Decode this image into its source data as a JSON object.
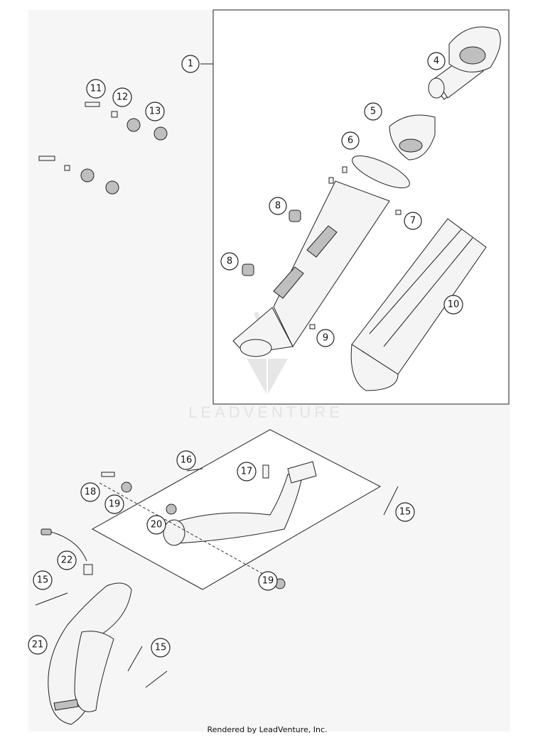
{
  "callouts": {
    "c1": "1",
    "c4": "4",
    "c5": "5",
    "c6": "6",
    "c7": "7",
    "c8a": "8",
    "c8b": "8",
    "c9": "9",
    "c10": "10",
    "c11": "11",
    "c12": "12",
    "c13": "13",
    "c15a": "15",
    "c15b": "15",
    "c15c": "15",
    "c16": "16",
    "c17": "17",
    "c18": "18",
    "c19a": "19",
    "c19b": "19",
    "c20": "20",
    "c21": "21",
    "c22": "22"
  },
  "watermark": {
    "text": "LEADVENTURE"
  },
  "footer": {
    "text": "Rendered by LeadVenture, Inc."
  }
}
